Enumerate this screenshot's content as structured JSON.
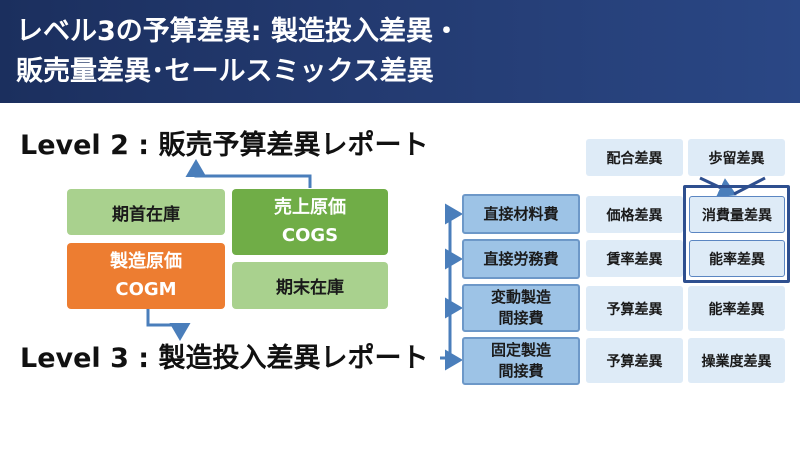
{
  "header": {
    "title_line1": "レベル3の予算差異: 製造投入差異・",
    "title_line2": "販売量差異･セールスミックス差異"
  },
  "levels": {
    "level2": "Level 2 : 販売予算差異レポート",
    "level3": "Level 3 : 製造投入差異レポート"
  },
  "inventory": {
    "opening_inventory": "期首在庫",
    "cogs_jp": "売上原価",
    "cogs_en": "COGS",
    "cogm_jp": "製造原価",
    "cogm_en": "COGM",
    "closing_inventory": "期末在庫"
  },
  "categories": {
    "direct_material": "直接材料費",
    "direct_labor": "直接労務費",
    "variable_overhead_1": "変動製造",
    "variable_overhead_2": "間接費",
    "fixed_overhead_1": "固定製造",
    "fixed_overhead_2": "間接費"
  },
  "variances": {
    "mix": "配合差異",
    "yield": "歩留差異",
    "price": "価格差異",
    "usage": "消費量差異",
    "rate": "賃率差異",
    "efficiency_labor": "能率差異",
    "budget_variable": "予算差異",
    "efficiency_overhead": "能率差異",
    "budget_fixed": "予算差異",
    "volume": "操業度差異"
  },
  "colors": {
    "header_bg": "#233a70",
    "green_light": "#a9d18e",
    "green_dark": "#70ad47",
    "orange": "#ed7d31",
    "blue_category": "#9dc3e6",
    "blue_light": "#deebf7",
    "arrow_blue": "#4a7ebb",
    "frame_navy": "#2e4f8f"
  }
}
